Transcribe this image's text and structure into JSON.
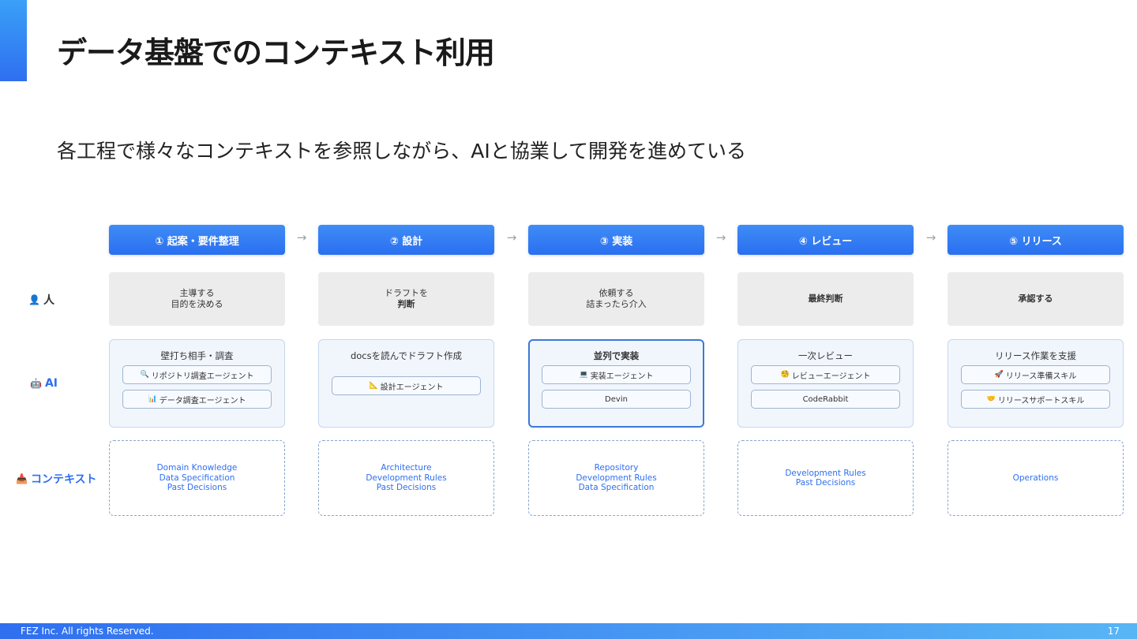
{
  "title": "データ基盤でのコンテキスト利用",
  "subtitle": "各工程で様々なコンテキストを参照しながら、AIと協業して開発を進めている",
  "row_labels": {
    "person": {
      "icon": "person-icon",
      "text": "人"
    },
    "ai": {
      "icon": "robot-icon",
      "text": "AI"
    },
    "context": {
      "icon": "context-icon",
      "text": "コンテキスト"
    }
  },
  "arrow_glyph": "→",
  "stages": [
    {
      "header": "① 起案・要件整理",
      "person": {
        "line1": "主導する",
        "line2": "目的を決める"
      },
      "ai": {
        "title": "壁打ち相手・調査",
        "agents": [
          {
            "icon": "🔍",
            "label": "リポジトリ調査エージェント"
          },
          {
            "icon": "📊",
            "label": "データ調査エージェント"
          }
        ]
      },
      "context": {
        "line1": "Domain Knowledge",
        "line2": "Data Specification",
        "line3": "Past Decisions"
      }
    },
    {
      "header": "② 設計",
      "person": {
        "line1": "ドラフトを",
        "line2": "判断"
      },
      "ai": {
        "title": "docsを読んでドラフト作成",
        "agents": [
          {
            "icon": "📐",
            "label": "設計エージェント"
          }
        ]
      },
      "context": {
        "line1": "Architecture",
        "line2": "Development Rules",
        "line3": "Past Decisions"
      }
    },
    {
      "header": "③ 実装",
      "person": {
        "line1": "依頼する",
        "line2": "詰まったら介入"
      },
      "ai": {
        "title": "並列で実装",
        "agents": [
          {
            "icon": "💻",
            "label": "実装エージェント"
          },
          {
            "icon": "",
            "label": "Devin"
          }
        ]
      },
      "context": {
        "line1": "Repository",
        "line2": "Development Rules",
        "line3": "Data Specification"
      }
    },
    {
      "header": "④ レビュー",
      "person": {
        "line1": "最終判断",
        "line2": ""
      },
      "ai": {
        "title": "一次レビュー",
        "agents": [
          {
            "icon": "🧐",
            "label": "レビューエージェント"
          },
          {
            "icon": "",
            "label": "CodeRabbit"
          }
        ]
      },
      "context": {
        "line1": "Development Rules",
        "line2": "Past Decisions",
        "line3": ""
      }
    },
    {
      "header": "⑤ リリース",
      "person": {
        "line1": "承認する",
        "line2": ""
      },
      "ai": {
        "title": "リリース作業を支援",
        "agents": [
          {
            "icon": "🚀",
            "label": "リリース準備スキル"
          },
          {
            "icon": "🤝",
            "label": "リリースサポートスキル"
          }
        ]
      },
      "context": {
        "line1": "Operations",
        "line2": "",
        "line3": ""
      }
    }
  ],
  "footer": {
    "copyright": "FEZ Inc. All rights Reserved.",
    "page": "17"
  },
  "colors": {
    "accent": "#2f6ff0",
    "header_gradient_top": "#3f8cf6",
    "person_bg": "#ececec",
    "ai_bg": "#f1f6fd"
  }
}
